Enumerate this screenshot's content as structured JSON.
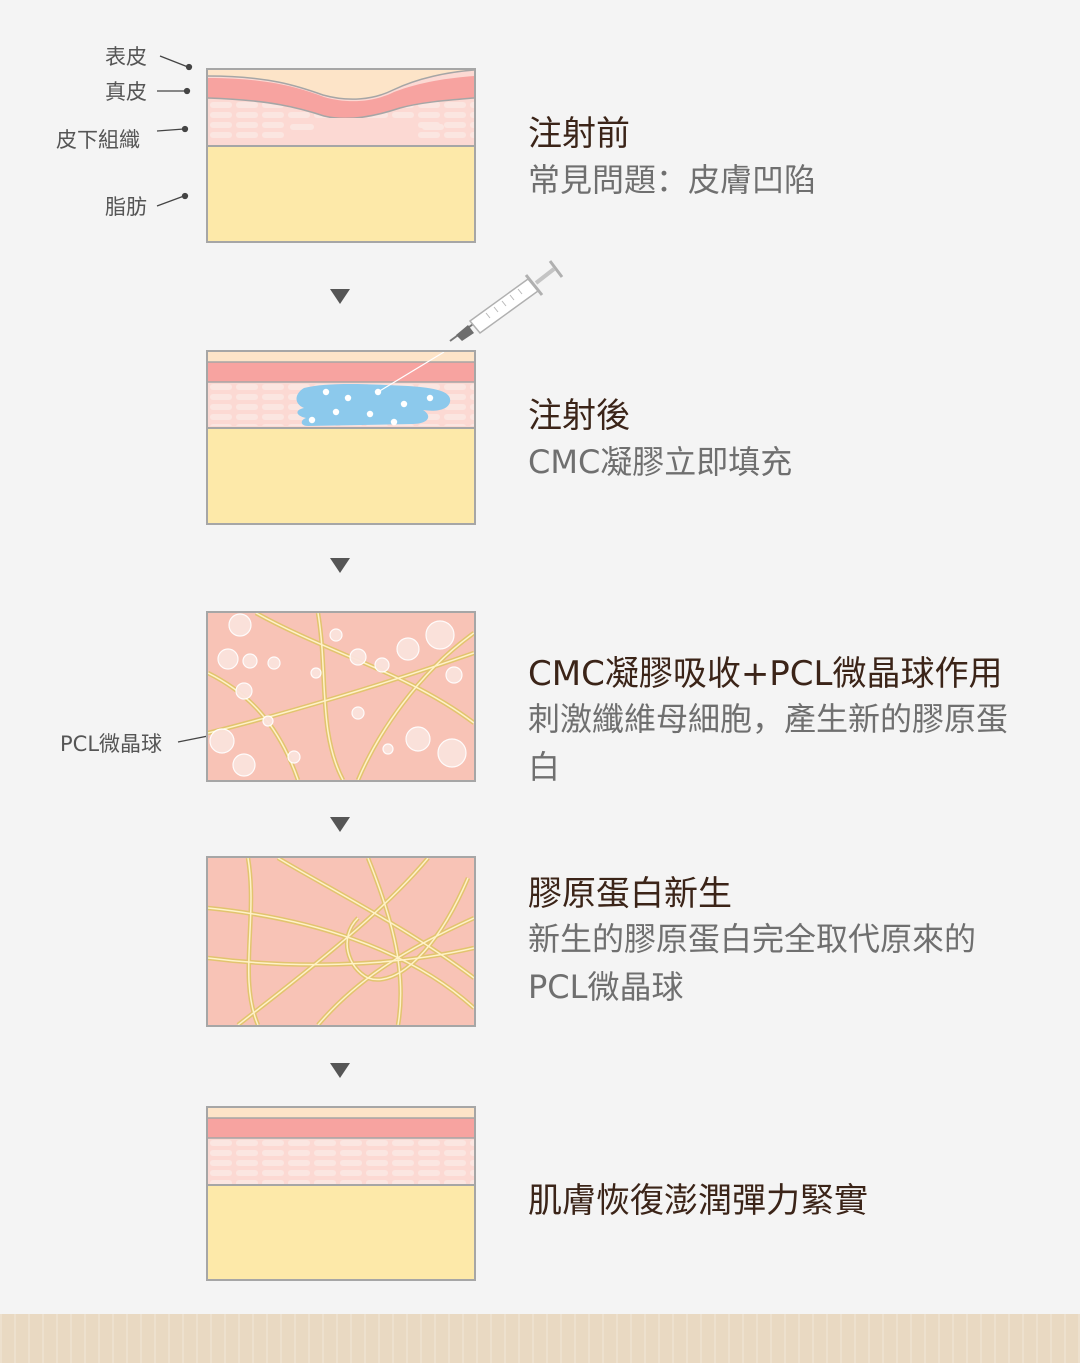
{
  "labels": {
    "epidermis": "表皮",
    "dermis": "真皮",
    "subcutaneous": "皮下組織",
    "fat": "脂肪",
    "pcl": "PCL微晶球"
  },
  "steps": [
    {
      "title": "注射前",
      "desc": "常見問題：皮膚凹陷"
    },
    {
      "title": "注射後",
      "desc": "CMC凝膠立即填充"
    },
    {
      "title": "CMC凝膠吸收+PCL微晶球作用",
      "desc": "刺激纖維母細胞，產生新的膠原蛋白"
    },
    {
      "title": "膠原蛋白新生",
      "desc": "新生的膠原蛋白完全取代原來的PCL微晶球"
    },
    {
      "title": "肌膚恢復澎潤彈力緊實",
      "desc": ""
    }
  ],
  "colors": {
    "epidermis": "#fde4c8",
    "dermis": "#f7a3a0",
    "subcutaneous": "#fcd9d3",
    "fat": "#fde9a9",
    "gel": "#8cc9ec",
    "fiber": "#f3d88c",
    "tissue": "#f8c3b6"
  }
}
